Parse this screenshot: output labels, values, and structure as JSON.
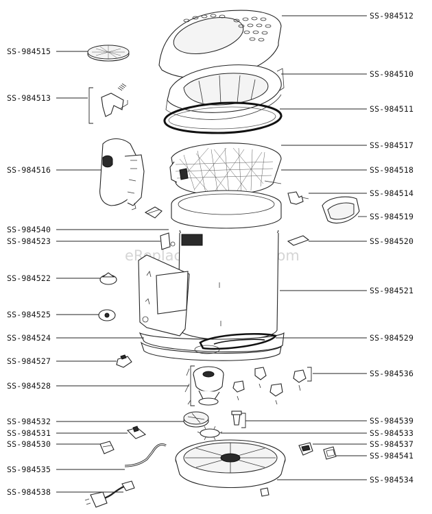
{
  "watermark": "eReplacementParts.com",
  "labels": {
    "p984512": "SS-984512",
    "p984515": "SS-984515",
    "p984510": "SS-984510",
    "p984513": "SS-984513",
    "p984511": "SS-984511",
    "p984517": "SS-984517",
    "p984516": "SS-984516",
    "p984518": "SS-984518",
    "p984514": "SS-984514",
    "p984519": "SS-984519",
    "p984540": "SS-984540",
    "p984523": "SS-984523",
    "p984520": "SS-984520",
    "p984522": "SS-984522",
    "p984521": "SS-984521",
    "p984525": "SS-984525",
    "p984524": "SS-984524",
    "p984529": "SS-984529",
    "p984527": "SS-984527",
    "p984528": "SS-984528",
    "p984536": "SS-984536",
    "p984532": "SS-984532",
    "p984539": "SS-984539",
    "p984531": "SS-984531",
    "p984533": "SS-984533",
    "p984530": "SS-984530",
    "p984537": "SS-984537",
    "p984541": "SS-984541",
    "p984535": "SS-984535",
    "p984534": "SS-984534",
    "p984538": "SS-984538"
  }
}
